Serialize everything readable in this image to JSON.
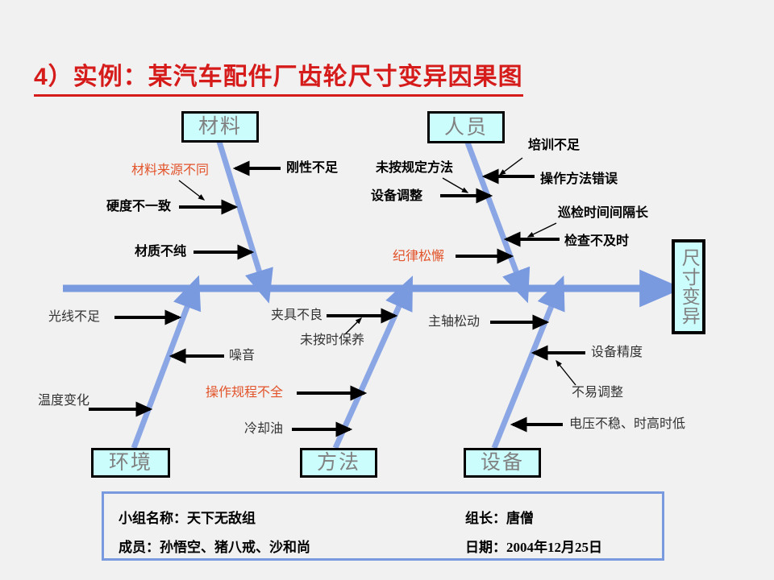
{
  "title": "4）实例：某汽车配件厂齿轮尺寸变异因果图",
  "colors": {
    "title_red": "#d61b1b",
    "spine_blue": "#7a9ae0",
    "box_fill": "#ccfdfd",
    "box_text": "#808080",
    "accent_orange": "#e2532a",
    "background": "#f1f1f1"
  },
  "effect": {
    "label": "尺寸变异"
  },
  "categories": [
    {
      "id": "material",
      "label": "材料",
      "position": "top-left"
    },
    {
      "id": "personnel",
      "label": "人员",
      "position": "top-right"
    },
    {
      "id": "environment",
      "label": "环境",
      "position": "bottom-left"
    },
    {
      "id": "method",
      "label": "方法",
      "position": "bottom-center"
    },
    {
      "id": "equipment",
      "label": "设备",
      "position": "bottom-right"
    }
  ],
  "causes": {
    "material": [
      {
        "text": "刚性不足",
        "style": "bold"
      },
      {
        "text": "材料来源不同",
        "style": "red"
      },
      {
        "text": "硬度不一致",
        "style": "bold"
      },
      {
        "text": "材质不纯",
        "style": "bold"
      }
    ],
    "personnel": [
      {
        "text": "培训不足",
        "style": "bold"
      },
      {
        "text": "未按规定方法",
        "style": "bold"
      },
      {
        "text": "操作方法错误",
        "style": "bold"
      },
      {
        "text": "设备调整",
        "style": "bold"
      },
      {
        "text": "巡检时间间隔长",
        "style": "bold"
      },
      {
        "text": "检查不及时",
        "style": "bold"
      },
      {
        "text": "纪律松懈",
        "style": "red"
      }
    ],
    "environment": [
      {
        "text": "光线不足",
        "style": "plain"
      },
      {
        "text": "噪音",
        "style": "plain"
      },
      {
        "text": "温度变化",
        "style": "plain"
      }
    ],
    "method": [
      {
        "text": "夹具不良",
        "style": "plain"
      },
      {
        "text": "未按时保养",
        "style": "plain"
      },
      {
        "text": "操作规程不全",
        "style": "red"
      },
      {
        "text": "冷却油",
        "style": "plain"
      }
    ],
    "equipment": [
      {
        "text": "主轴松动",
        "style": "plain"
      },
      {
        "text": "设备精度",
        "style": "plain"
      },
      {
        "text": "不易调整",
        "style": "plain"
      },
      {
        "text": "电压不稳、时高时低",
        "style": "plain"
      }
    ]
  },
  "info": {
    "team_name_label": "小组名称：天下无敌组",
    "leader_label": "组长：唐僧",
    "members_label": "成员：孙悟空、猪八戒、沙和尚",
    "date_label": "日期：2004年12月25日"
  }
}
